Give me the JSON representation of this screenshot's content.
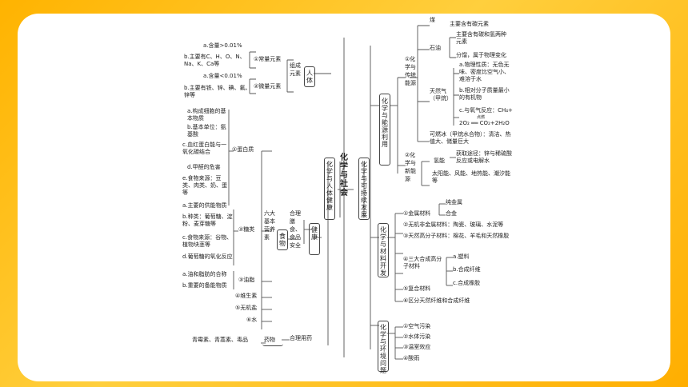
{
  "center": "化学与社会",
  "left": {
    "branch": "化学与人体健康",
    "elements": {
      "label": "组成元素",
      "sub": "人体",
      "constant": {
        "label": "①常量元素",
        "a": "a.含量>0.01%",
        "b": "b.主要有C、H、O、N、Na、K、Ca等"
      },
      "trace": {
        "label": "②微量元素",
        "a": "a.含量<0.01%",
        "b": "b.主要有铁、锌、碘、氟、锌等"
      }
    },
    "health": "健康",
    "food": "食物",
    "diet": "合理膳食、食品安全",
    "nutrients": "六大基本营养素",
    "protein": {
      "label": "①蛋白质",
      "a": "a.构成细胞的基本物质",
      "b": "b.基本单位：氨基酸",
      "c": "c.血红蛋白能与一氧化碳结合",
      "d": "d.甲醛的危害",
      "e": "e.食物来源：豆类、肉类、奶、蛋等"
    },
    "sugar": {
      "label": "②糖类",
      "a": "a.主要的供能物质",
      "b": "b.种类：葡萄糖、淀粉、麦芽糖等",
      "c": "c.食物来源：谷物、植物块茎等",
      "d": "d.葡萄糖的氧化反应"
    },
    "fat": {
      "label": "③油脂",
      "a": "a.油和脂肪的合称",
      "b": "b.重要的备能物质"
    },
    "vitamin": "④维生素",
    "salt": "⑤无机盐",
    "water": "⑥水",
    "drug": {
      "label": "药物",
      "use": "合理用药",
      "examples": "青霉素、青蒿素、毒品"
    }
  },
  "right": {
    "branch": "化学与可持续发展",
    "energy": {
      "label": "化学与能源利用",
      "traditional": "①化学与传统能源",
      "coal": "煤",
      "coal_desc": "主要含有碳元素",
      "oil": "石油",
      "oil_desc1": "主要含有碳和氢两种元素",
      "oil_desc2": "分馏，属于物理变化",
      "gas": "天然气（甲烷）",
      "gas_a": "a.物理性质：无色无味、密度比空气小、难溶于水",
      "gas_b": "b.相对分子质量最小的有机物",
      "gas_c1": "c.与氧气反应：CH₄+",
      "gas_c_cond": "点燃",
      "gas_c2": "2O₂ ══ CO₂+2H₂O",
      "ice": "可燃冰（甲烷水合物）：清洁、热值大、储量巨大",
      "new": "②化学与新能源",
      "h2": "氢能",
      "h2_desc": "获取途径：锌与稀硫酸反应或电解水",
      "others": "太阳能、风能、地热能、潮汐能等"
    },
    "material": {
      "label": "化学与材料开发",
      "metal": "①金属材料",
      "pure": "纯金属",
      "alloy": "合金",
      "inorganic": "②无机非金属材料：陶瓷、玻璃、水泥等",
      "natural": "③天然高分子材料：棉花、羊毛和天然橡胶",
      "synthetic": "④三大合成高分子材料",
      "plastic": "a.塑料",
      "fiber": "b.合成纤维",
      "rubber": "c.合成橡胶",
      "composite": "⑤复合材料",
      "distinguish": "⑥区分天然纤维和合成纤维"
    },
    "environment": {
      "label": "化学与环境问题",
      "air": "①空气污染",
      "water": "②水体污染",
      "greenhouse": "③温室效应",
      "acid": "④酸雨"
    }
  }
}
